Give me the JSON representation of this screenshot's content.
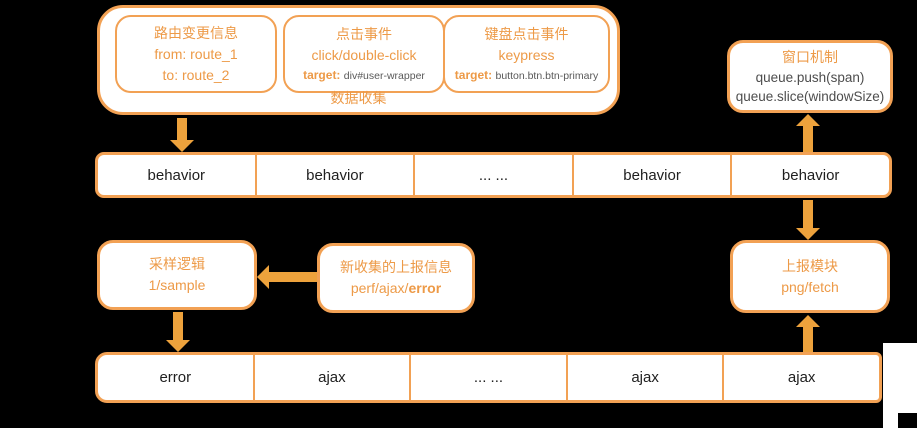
{
  "colors": {
    "background": "#000000",
    "box_fill": "#ffffff",
    "border_orange": "#F2A154",
    "arrow_orange": "#EDA23C",
    "accent_text": "#ED9A47",
    "dark_text": "#1f1f1f",
    "code_text": "#4d4d4d"
  },
  "collection_group": {
    "label": "数据收集",
    "boxes": [
      {
        "title": "路由变更信息",
        "line1": "from: route_1",
        "line2": "to: route_2"
      },
      {
        "title": "点击事件",
        "line1": "click/double-click",
        "target_label": "target:",
        "target_value": "div#user-wrapper"
      },
      {
        "title": "键盘点击事件",
        "line1": "keypress",
        "target_label": "target:",
        "target_value": "button.btn.btn-primary"
      }
    ]
  },
  "window_box": {
    "title": "窗口机制",
    "line1": "queue.push(span)",
    "line2": "queue.slice(windowSize)"
  },
  "behavior_row": {
    "cells": [
      "behavior",
      "behavior",
      "... ...",
      "behavior",
      "behavior"
    ]
  },
  "sample_box": {
    "title": "采样逻辑",
    "line1": "1/sample"
  },
  "new_report_box": {
    "title": "新收集的上报信息",
    "line_prefix": "perf/ajax/",
    "line_bold": "error"
  },
  "report_box": {
    "title": "上报模块",
    "line1": "png/fetch"
  },
  "queue_row": {
    "cells": [
      "error",
      "ajax",
      "... ...",
      "ajax",
      "ajax"
    ]
  }
}
